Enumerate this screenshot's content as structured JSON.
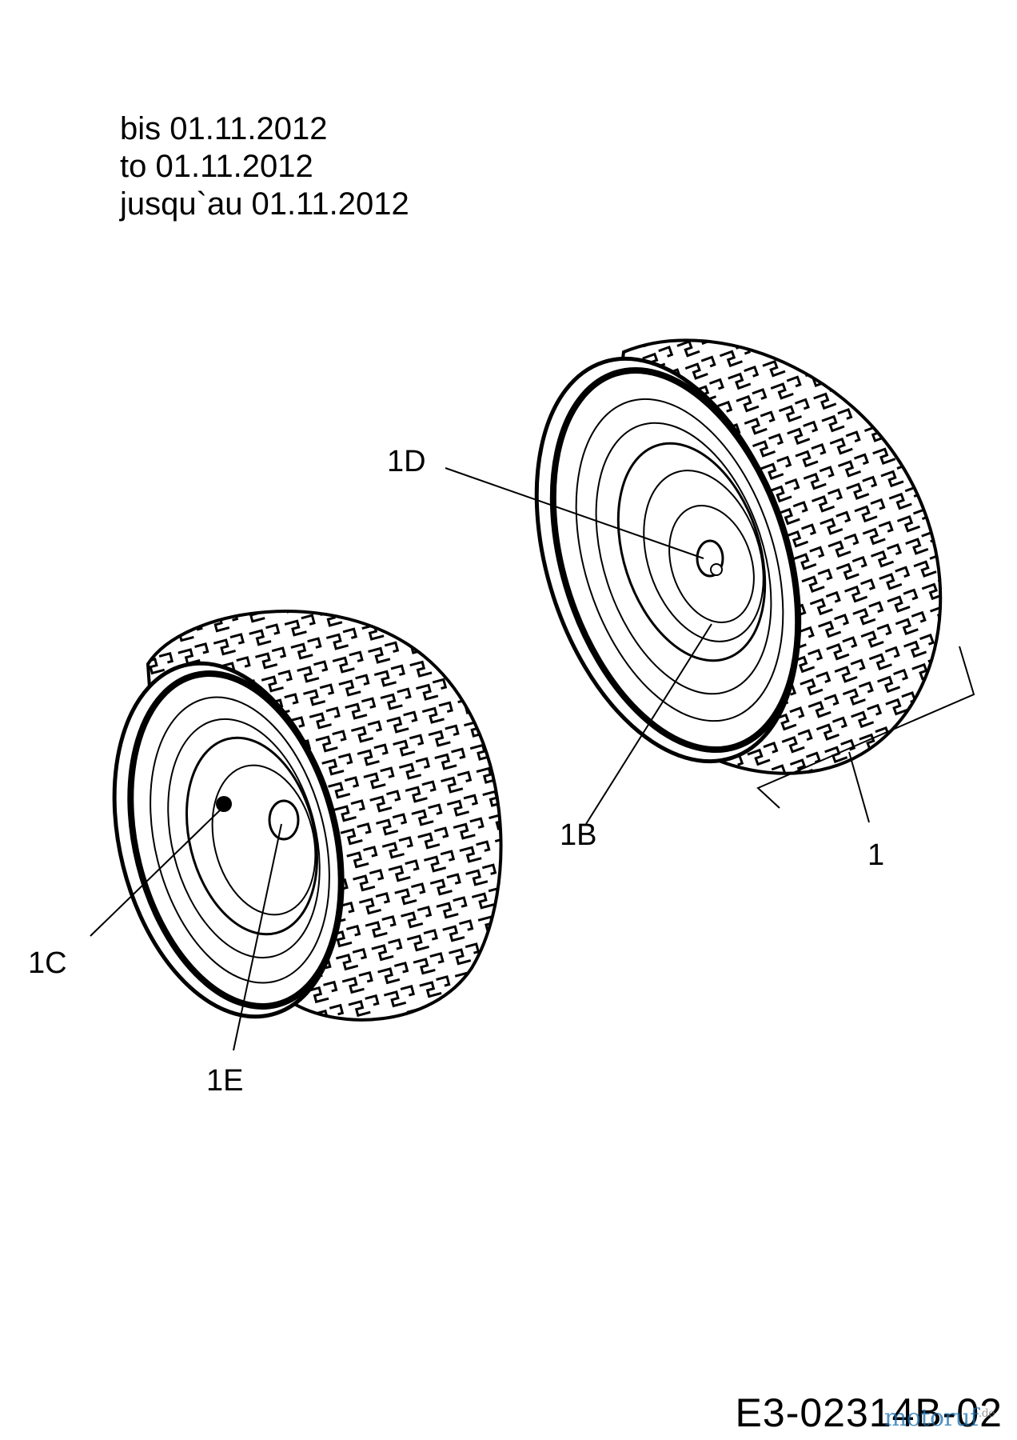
{
  "validity_note": {
    "de": "bis 01.11.2012",
    "en": "to 01.11.2012",
    "fr": "jusqu`au 01.11.2012"
  },
  "callouts": {
    "wheel_assembly": "1",
    "rim": "1B",
    "valve": "1C",
    "hub_bushing": "1D",
    "hub": "1E"
  },
  "document_number": "E3-02314B-02",
  "watermark": {
    "name": "motoruf",
    "suffix": ".de"
  }
}
